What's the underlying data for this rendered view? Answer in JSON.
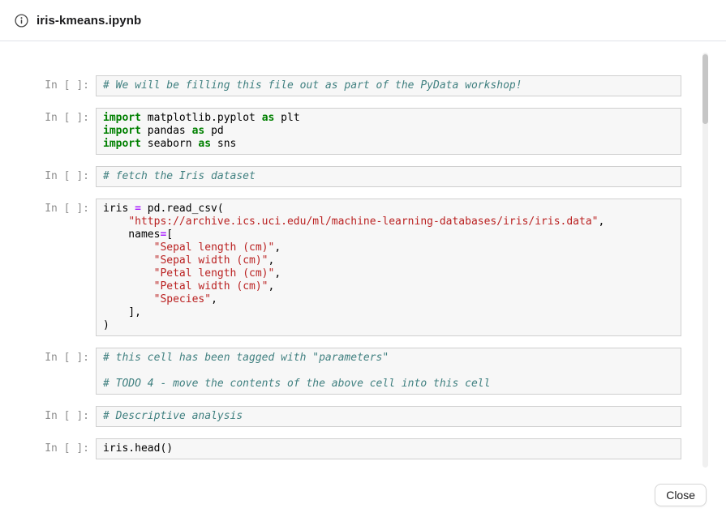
{
  "header": {
    "title": "iris-kmeans.ipynb",
    "info_icon": "info-circle"
  },
  "footer": {
    "close_label": "Close"
  },
  "colors": {
    "plain": "#000000",
    "comment": "#408080",
    "keyword": "#008000",
    "operator": "#AA22FF",
    "string": "#BA2121",
    "prompt": "#8e8e8e",
    "cell_background": "#f7f7f7",
    "cell_border": "#cfcfcf"
  },
  "notebook": {
    "cells": [
      {
        "prompt": "In [ ]:",
        "lines": [
          [
            [
              "comment",
              "# We will be filling this file out as part of the PyData workshop!"
            ]
          ]
        ]
      },
      {
        "prompt": "In [ ]:",
        "lines": [
          [
            [
              "keyword",
              "import"
            ],
            [
              "plain",
              " matplotlib.pyplot "
            ],
            [
              "keyword",
              "as"
            ],
            [
              "plain",
              " plt"
            ]
          ],
          [
            [
              "keyword",
              "import"
            ],
            [
              "plain",
              " pandas "
            ],
            [
              "keyword",
              "as"
            ],
            [
              "plain",
              " pd"
            ]
          ],
          [
            [
              "keyword",
              "import"
            ],
            [
              "plain",
              " seaborn "
            ],
            [
              "keyword",
              "as"
            ],
            [
              "plain",
              " sns"
            ]
          ]
        ]
      },
      {
        "prompt": "In [ ]:",
        "lines": [
          [
            [
              "comment",
              "# fetch the Iris dataset"
            ]
          ]
        ]
      },
      {
        "prompt": "In [ ]:",
        "lines": [
          [
            [
              "plain",
              "iris "
            ],
            [
              "operator",
              "="
            ],
            [
              "plain",
              " pd.read_csv("
            ]
          ],
          [
            [
              "plain",
              "    "
            ],
            [
              "string",
              "\"https://archive.ics.uci.edu/ml/machine-learning-databases/iris/iris.data\""
            ],
            [
              "plain",
              ","
            ]
          ],
          [
            [
              "plain",
              "    names"
            ],
            [
              "operator",
              "="
            ],
            [
              "plain",
              "["
            ]
          ],
          [
            [
              "plain",
              "        "
            ],
            [
              "string",
              "\"Sepal length (cm)\""
            ],
            [
              "plain",
              ","
            ]
          ],
          [
            [
              "plain",
              "        "
            ],
            [
              "string",
              "\"Sepal width (cm)\""
            ],
            [
              "plain",
              ","
            ]
          ],
          [
            [
              "plain",
              "        "
            ],
            [
              "string",
              "\"Petal length (cm)\""
            ],
            [
              "plain",
              ","
            ]
          ],
          [
            [
              "plain",
              "        "
            ],
            [
              "string",
              "\"Petal width (cm)\""
            ],
            [
              "plain",
              ","
            ]
          ],
          [
            [
              "plain",
              "        "
            ],
            [
              "string",
              "\"Species\""
            ],
            [
              "plain",
              ","
            ]
          ],
          [
            [
              "plain",
              "    ],"
            ]
          ],
          [
            [
              "plain",
              ")"
            ]
          ]
        ]
      },
      {
        "prompt": "In [ ]:",
        "lines": [
          [
            [
              "comment",
              "# this cell has been tagged with \"parameters\""
            ]
          ],
          [],
          [
            [
              "comment",
              "# TODO 4 - move the contents of the above cell into this cell"
            ]
          ]
        ]
      },
      {
        "prompt": "In [ ]:",
        "lines": [
          [
            [
              "comment",
              "# Descriptive analysis"
            ]
          ]
        ]
      },
      {
        "prompt": "In [ ]:",
        "lines": [
          [
            [
              "plain",
              "iris.head()"
            ]
          ]
        ]
      }
    ]
  }
}
